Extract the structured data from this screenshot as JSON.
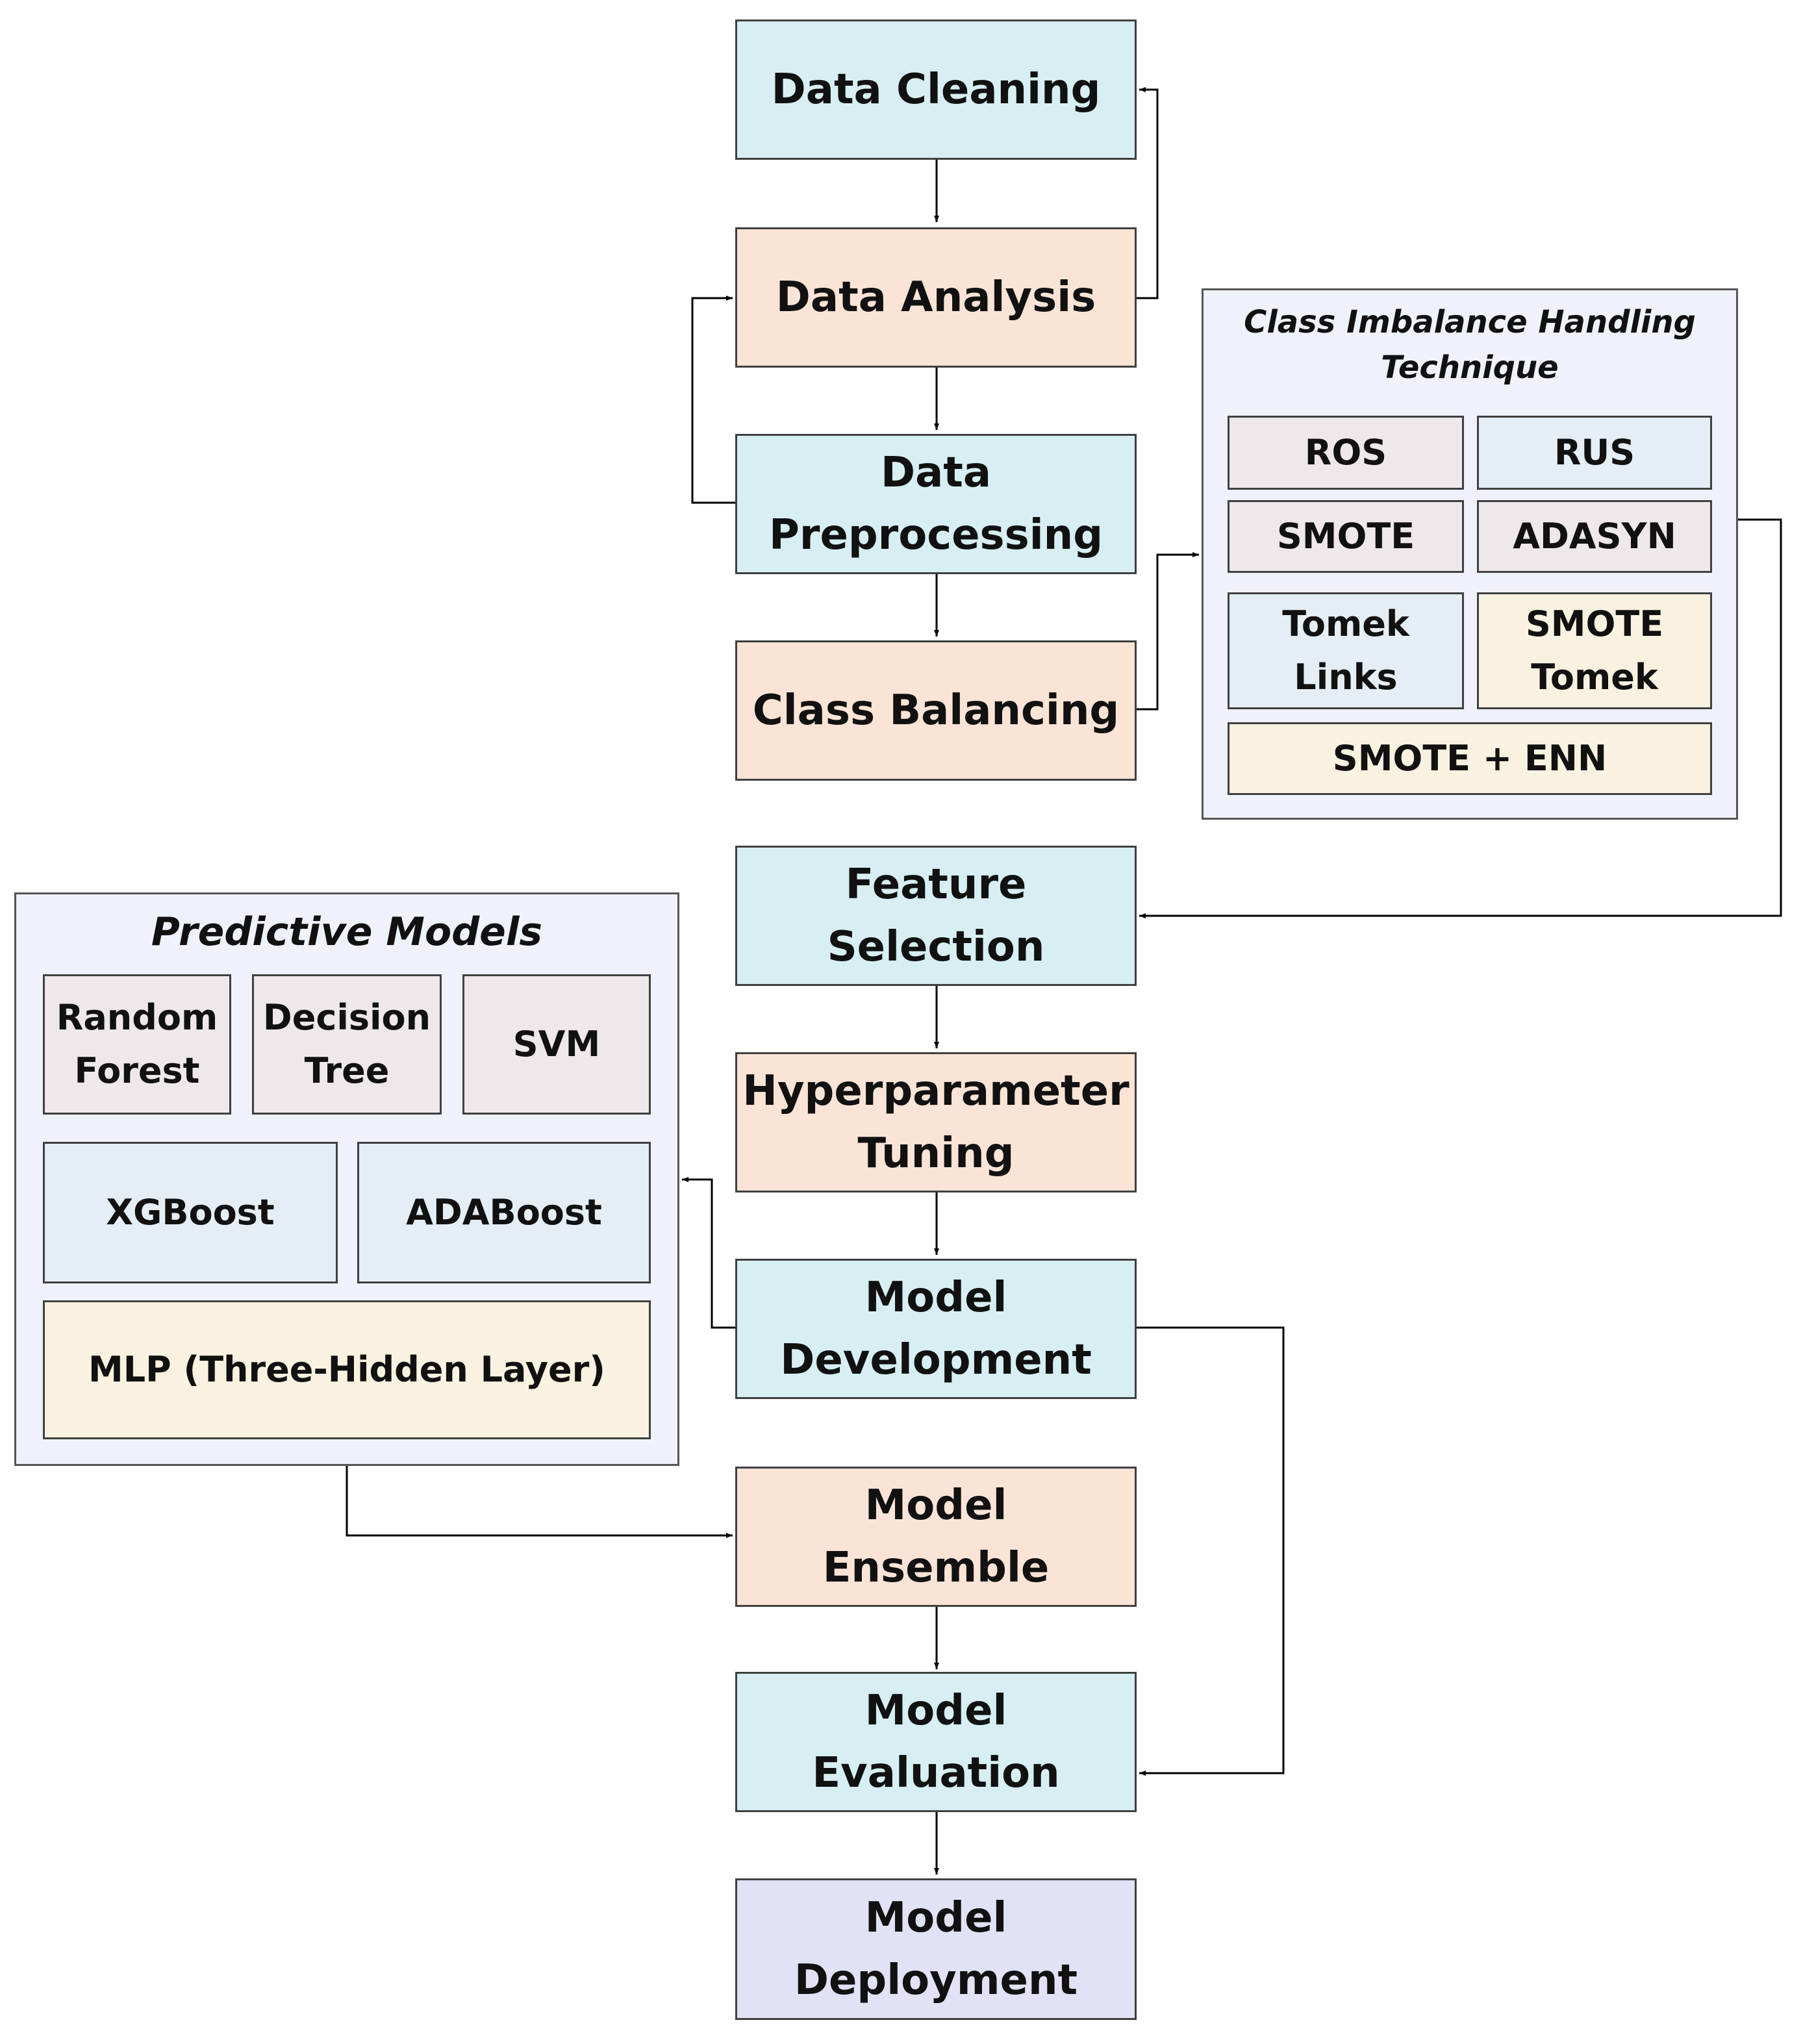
{
  "steps": {
    "data_cleaning": "Data Cleaning",
    "data_analysis": "Data Analysis",
    "data_preprocessing": "Data Preprocessing",
    "class_balancing": "Class Balancing",
    "feature_selection": "Feature Selection",
    "hyperparameter_tuning": "Hyperparameter Tuning",
    "model_development": "Model Development",
    "model_ensemble": "Model Ensemble",
    "model_evaluation": "Model Evaluation",
    "model_deployment": "Model Deployment"
  },
  "imbalance_panel": {
    "title": "Class Imbalance Handling Technique",
    "items": {
      "ros": "ROS",
      "rus": "RUS",
      "smote": "SMOTE",
      "adasyn": "ADASYN",
      "tomek_links": "Tomek Links",
      "smote_tomek": "SMOTE Tomek",
      "smote_enn": "SMOTE + ENN"
    }
  },
  "models_panel": {
    "title": "Predictive Models",
    "items": {
      "random_forest": "Random Forest",
      "decision_tree": "Decision Tree",
      "svm": "SVM",
      "xgboost": "XGBoost",
      "adaboost": "ADABoost",
      "mlp": "MLP (Three-Hidden Layer)"
    }
  },
  "colors": {
    "process_cyan": "#d7eff3",
    "process_peach": "#fbe4d6",
    "deployment_lavender": "#e2e2f7",
    "panel_background": "#eff2fb",
    "connector": "#000000"
  }
}
